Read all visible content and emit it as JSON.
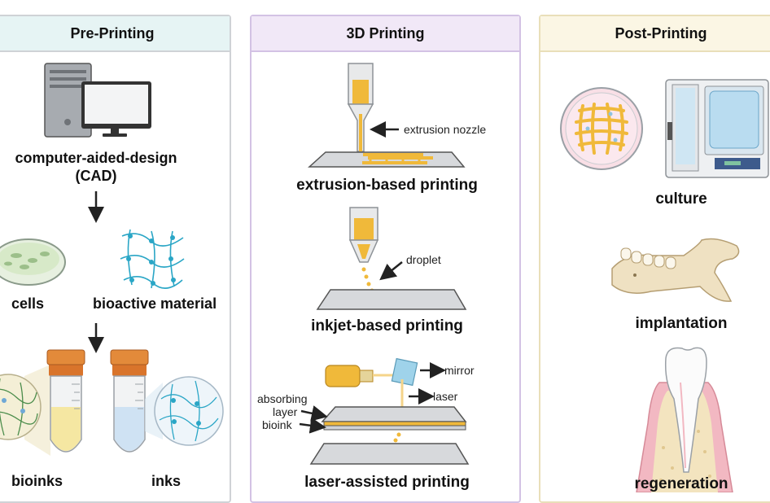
{
  "panels": {
    "pre": {
      "title": "Pre-Printing",
      "cad_label": "computer-aided-design",
      "cad_abbrev": "(CAD)",
      "cells_label": "cells",
      "bioactive_label": "bioactive material",
      "bioinks_label": "bioinks",
      "inks_label": "inks"
    },
    "printing": {
      "title": "3D Printing",
      "extrusion_nozzle_label": "extrusion nozzle",
      "extrusion_label": "extrusion-based printing",
      "droplet_label": "droplet",
      "inkjet_label": "inkjet-based printing",
      "mirror_label": "mirror",
      "laser_label": "laser",
      "absorbing_label": "absorbing",
      "layer_label": "layer",
      "bioink_label": "bioink",
      "laser_assisted_label": "laser-assisted printing"
    },
    "post": {
      "title": "Post-Printing",
      "culture_label": "culture",
      "implantation_label": "implantation",
      "regeneration_label": "regeneration"
    }
  },
  "colors": {
    "pre_header": "#e6f4f4",
    "printing_header": "#f1e8f7",
    "post_header": "#fbf6e4",
    "ink_yellow": "#f0b93a",
    "tube_cap": "#d9742b",
    "network_blue": "#2aa6c6"
  }
}
